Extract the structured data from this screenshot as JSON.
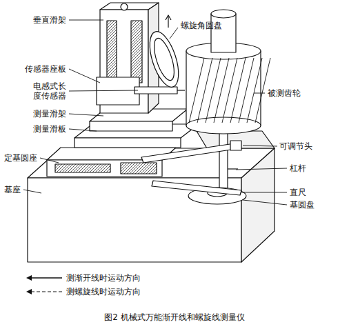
{
  "diagram": {
    "caption": "图2 机械式万能渐开线和螺旋线测量仪",
    "labels": [
      "垂直滑架",
      "螺旋角圆盘",
      "传感器座板",
      "电感式长 度传感器",
      "测量滑架",
      "测量滑板",
      "定基圆座",
      "基座",
      "被测齿轮",
      "可调节头",
      "杠杆",
      "直尺",
      "基圆盘"
    ],
    "legend": [
      {
        "text": "测渐开线时运动方向"
      },
      {
        "text": "测螺旋线时运动方向"
      }
    ]
  }
}
